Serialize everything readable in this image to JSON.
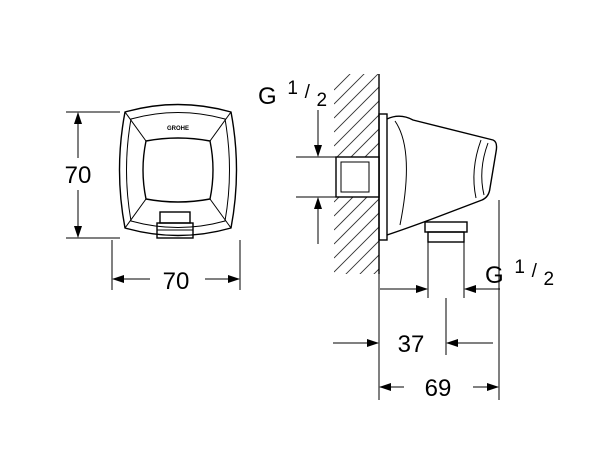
{
  "front_view": {
    "height_label": "70",
    "width_label": "70",
    "logo_text": "GROHE"
  },
  "side_view": {
    "inlet_thread": {
      "prefix": "G",
      "numerator": "1",
      "slash": "/",
      "denominator": "2"
    },
    "outlet_thread": {
      "prefix": "G",
      "numerator": "1",
      "slash": "/",
      "denominator": "2"
    },
    "outlet_offset_label": "37",
    "depth_label": "69"
  },
  "colors": {
    "line": "#000000",
    "background": "#ffffff"
  }
}
